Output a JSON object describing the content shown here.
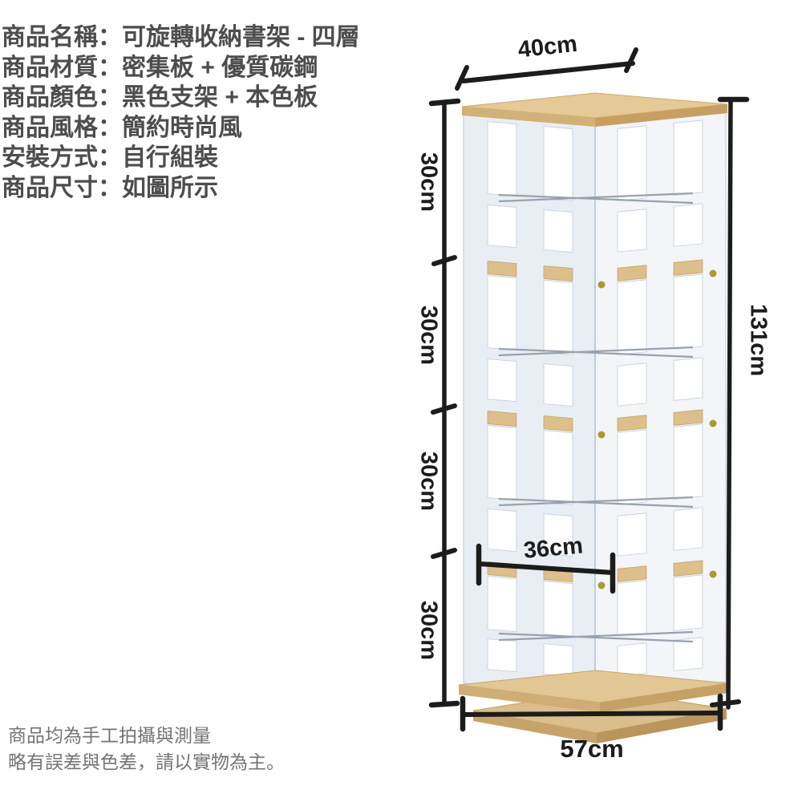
{
  "specs": {
    "lines": [
      "商品名稱：可旋轉收納書架 - 四層",
      "商品材質：密集板 + 優質碳鋼",
      "商品顏色：黑色支架 + 本色板",
      "商品風格：簡約時尚風",
      "安裝方式：自行組裝",
      "商品尺寸：如圖所示"
    ]
  },
  "dimensions": {
    "top_width": "40cm",
    "tier_heights": [
      "30cm",
      "30cm",
      "30cm",
      "30cm"
    ],
    "total_height": "131cm",
    "shelf_width": "36cm",
    "base_width": "57cm"
  },
  "notes": {
    "line1": "商品均為手工拍攝與測量",
    "line2": "略有誤差與色差，請以實物為主。"
  },
  "colors": {
    "dimension_line": "#1c1c1c",
    "spec_text": "#4d4d4d",
    "note_text": "#747474",
    "wood_top": "#e5c996",
    "wood_edge": "#c79f62",
    "shelf_strip": "#ddbf8b",
    "panel_white": "#edf1f7",
    "panel_outline": "#c8d1dc",
    "screw_gold": "#a89b2f",
    "wire_metal": "#98a1ac"
  }
}
